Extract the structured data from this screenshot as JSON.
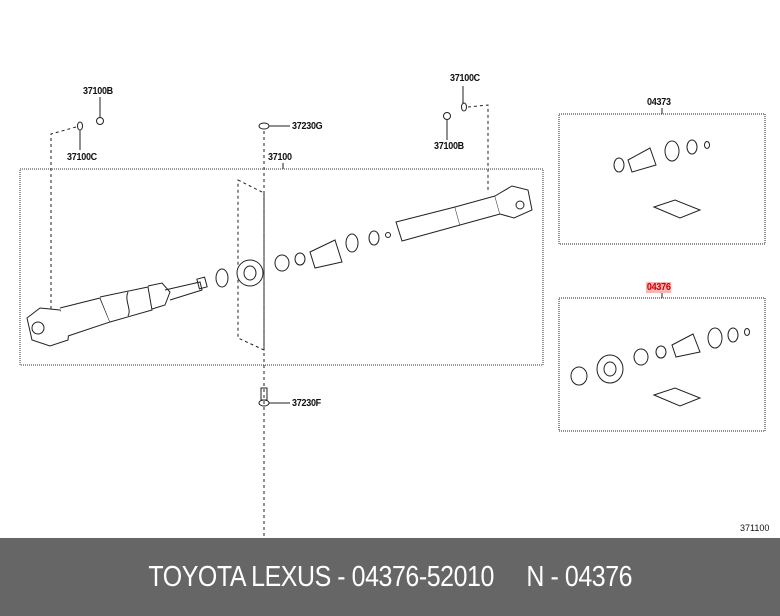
{
  "diagram": {
    "labels": {
      "l37100b_left": "37100B",
      "l37100c_left": "37100C",
      "l37230g": "37230G",
      "l37100": "37100",
      "l37100c_right": "37100C",
      "l37100b_right": "37100B",
      "l37230f": "37230F",
      "l04373": "04373",
      "l04376": "04376"
    },
    "highlight_color": "#f7b6b6",
    "highlight_text_color": "#cc0000",
    "illustration_ref": "371100"
  },
  "footer": {
    "text": "TOYOTA LEXUS - 04376-52010     N - 04376",
    "background": "#666666"
  }
}
